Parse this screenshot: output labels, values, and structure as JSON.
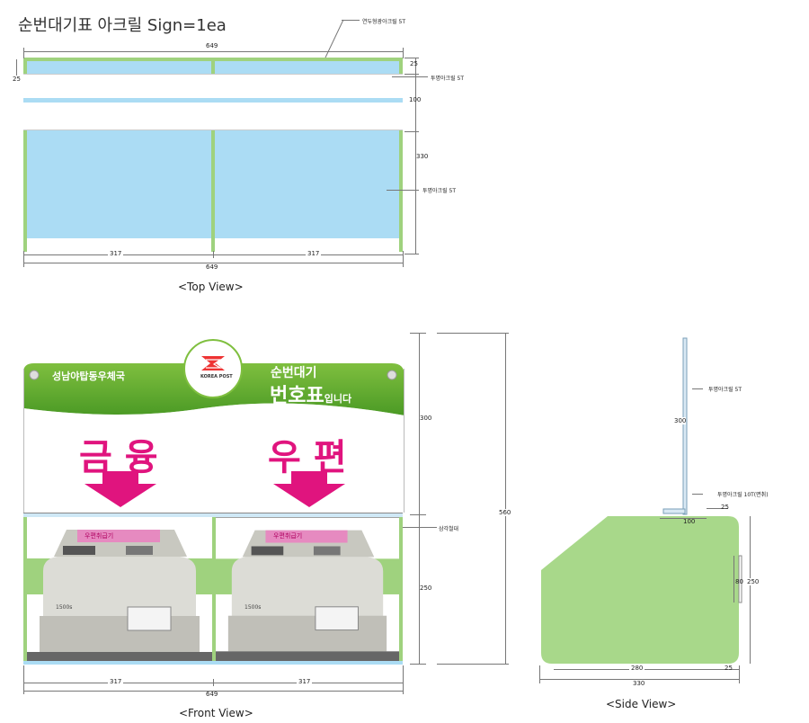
{
  "title": "순번대기표 아크릴 Sign=1ea",
  "top_view": {
    "caption": "<Top View>",
    "dim_total_top": "649",
    "dim_total_bottom": "649",
    "dim_left_half": "317",
    "dim_right_half": "317",
    "dim_25_right": "25",
    "dim_25_left": "25",
    "dim_100": "100",
    "dim_330": "330",
    "note_top": "연두형광아크릴 5T",
    "note_mid": "투명아크릴 5T",
    "note_lower": "투명아크릴 5T"
  },
  "front_view": {
    "caption": "<Front View>",
    "header_left": "성남야탑동우체국",
    "logo_text": "KOREA POST",
    "header_right_line1": "순번대기",
    "header_right_line2": "번호표",
    "header_right_line2_small": "입니다",
    "left_label": "금 융",
    "right_label": "우 편",
    "machine_screen_text": "우편취급기",
    "machine_model": "1500s",
    "dim_300": "300",
    "dim_250": "250",
    "dim_560": "560",
    "dim_left": "317",
    "dim_right": "317",
    "dim_total": "649",
    "note_triangle": "삼각철대"
  },
  "side_view": {
    "caption": "<Side View>",
    "note_top": "투명아크릴 5T",
    "note_base": "투명아크릴 10T(면취)",
    "dim_300": "300",
    "dim_100": "100",
    "dim_25_top": "25",
    "dim_80": "80",
    "dim_250": "250",
    "dim_280": "280",
    "dim_25_bottom": "25",
    "dim_330": "330"
  },
  "colors": {
    "blue_panel": "#abdcf4",
    "green_frame": "#9fd27e",
    "pink": "#e0147e",
    "header_green": "#5aa82c",
    "side_green": "#a8d88a"
  }
}
